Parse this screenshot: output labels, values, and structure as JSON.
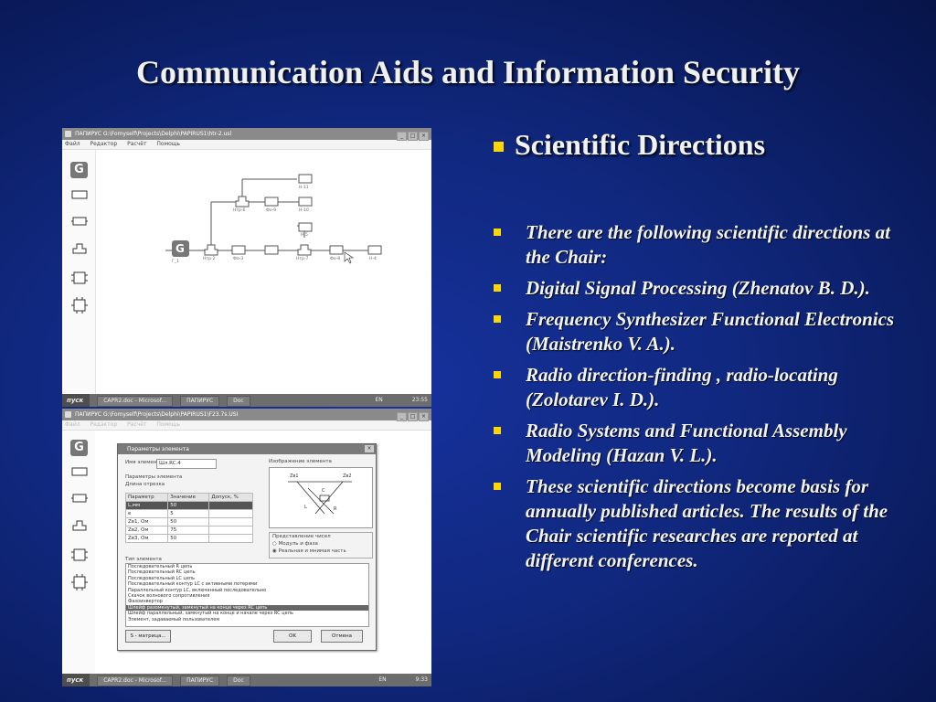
{
  "slide": {
    "title": "Communication Aids and Information Security",
    "heading": "Scientific Directions",
    "bullets": [
      "There are the following scientific directions at the Chair:",
      "Digital Signal Processing (Zhenatov B. D.).",
      "Frequency Synthesizer Functional Electronics (Maistrenko V. A.).",
      "Radio direction-finding , radio-locating (Zolotarev I. D.).",
      "Radio Systems and Functional Assembly Modeling (Hazan V. L.).",
      "These scientific directions become basis for annually published articles. The results of the Chair scientific researches are reported at different conferences."
    ],
    "colors": {
      "background": "#10287f",
      "text": "#f2f2f2",
      "bullet": "#ffd700"
    }
  },
  "screenshot_top": {
    "window_title": "ПАПИРУС  G:\\Fomyself\\Projects\\Delphi\\PAPIRUS1\\htr-2.usl",
    "menu": [
      "Файл",
      "Редактор",
      "Расчёт",
      "Помощь"
    ],
    "window_buttons": [
      "_",
      "□",
      "×"
    ],
    "tool_label": "G",
    "nodes": [
      "Н-11",
      "Нтр-6",
      "Фо-9",
      "Н-10",
      "Н-5",
      "Нтр-2",
      "Фо-3",
      "Нтр-7",
      "Фо-8",
      "Н-4",
      "Г_1"
    ],
    "taskbar": {
      "start": "пуск",
      "tasks": [
        "CAPR2.doc - Microsof...",
        "ПАПИРУС",
        "Doc"
      ],
      "tray": "EN",
      "clock": "23:55"
    }
  },
  "screenshot_bottom": {
    "window_title": "ПАПИРУС  G:\\Fomyself\\Projects\\Delphi\\PAPIRUS1\\F23.7s.USI",
    "menu": [
      "Файл",
      "Редактор",
      "Расчёт",
      "Помощь"
    ],
    "window_buttons": [
      "_",
      "□",
      "×"
    ],
    "dialog": {
      "title": "Параметры элемента",
      "close": "×",
      "name_label": "Имя элемента",
      "name_value": "Шл.RC.4",
      "params_label": "Параметры элемента",
      "length_label": "Длина отрезка",
      "columns": [
        "Параметр",
        "Значение",
        "Допуск, %"
      ],
      "rows": [
        [
          "L,мм",
          "50",
          ""
        ],
        [
          "e",
          "5",
          ""
        ],
        [
          "Zв1, Ом",
          "50",
          ""
        ],
        [
          "Zв2, Ом",
          "75",
          ""
        ],
        [
          "Zв3, Ом",
          "50",
          ""
        ]
      ],
      "image_label": "Изображение элемента",
      "image_labels": [
        "Zв1",
        "Zв2",
        "C",
        "L",
        "R"
      ],
      "numbers_label": "Представление чисел",
      "radio_options": [
        "Модуль и фаза",
        "Реальная и мнимая часть"
      ],
      "radio_selected": 1,
      "type_label": "Тип элемента",
      "types": [
        "Последовательный R цепь",
        "Последовательный RC цепь",
        "Последовательный LC цепь",
        "Последовательный контур LC с активными потерями",
        "Параллельный контур LC, включенный последовательно",
        "Скачок волнового сопротивления",
        "Фазоинвертор",
        "Шлейф разомкнутый, замкнутый на конце через RC цепь",
        "Шлейф параллельный, замкнутый на конце и начале через RC цепь",
        "Элемент, задаваемый пользователем"
      ],
      "type_selected": 7,
      "buttons": {
        "matrix": "S - матрица...",
        "ok": "OK",
        "cancel": "Отмена"
      }
    },
    "tool_label": "G",
    "taskbar": {
      "start": "пуск",
      "tasks": [
        "CAPR2.doc - Microsof...",
        "ПАПИРУС",
        "Doc"
      ],
      "tray": "EN",
      "clock": "9:33"
    }
  }
}
